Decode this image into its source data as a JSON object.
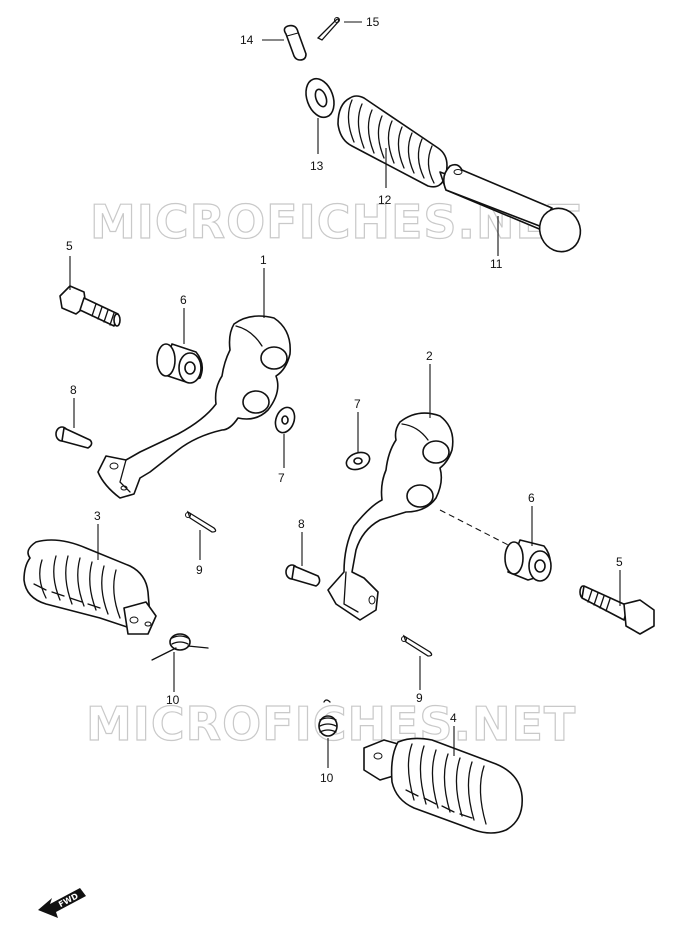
{
  "watermark": "MICROFICHES.NET",
  "fwd_label": "FWD",
  "colors": {
    "ink": "#111111",
    "watermark": "#c9c9c9",
    "background": "#ffffff"
  },
  "callouts": [
    {
      "id": "c14",
      "label": "14"
    },
    {
      "id": "c15",
      "label": "15"
    },
    {
      "id": "c13",
      "label": "13"
    },
    {
      "id": "c12",
      "label": "12"
    },
    {
      "id": "c11",
      "label": "11"
    },
    {
      "id": "c5a",
      "label": "5"
    },
    {
      "id": "c1",
      "label": "1"
    },
    {
      "id": "c6a",
      "label": "6"
    },
    {
      "id": "c8a",
      "label": "8"
    },
    {
      "id": "c7a",
      "label": "7"
    },
    {
      "id": "c2",
      "label": "2"
    },
    {
      "id": "c7b",
      "label": "7"
    },
    {
      "id": "c3",
      "label": "3"
    },
    {
      "id": "c9a",
      "label": "9"
    },
    {
      "id": "c8b",
      "label": "8"
    },
    {
      "id": "c6b",
      "label": "6"
    },
    {
      "id": "c5b",
      "label": "5"
    },
    {
      "id": "c10a",
      "label": "10"
    },
    {
      "id": "c9b",
      "label": "9"
    },
    {
      "id": "c4",
      "label": "4"
    },
    {
      "id": "c10b",
      "label": "10"
    }
  ]
}
